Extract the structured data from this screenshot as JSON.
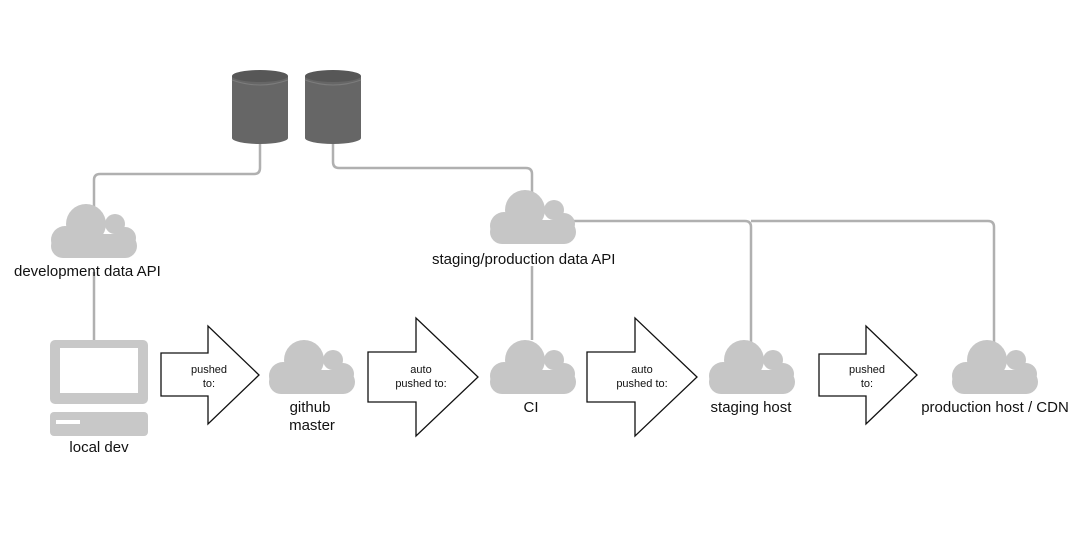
{
  "colors": {
    "cloud": "#c6c6c6",
    "connector": "#b0b0b0",
    "database": "#666666",
    "database_top": "#575757",
    "computer": "#c8c8c8",
    "arrow_stroke": "#111111"
  },
  "nodes": {
    "dev_api": {
      "label": "development data API"
    },
    "prod_api": {
      "label": "staging/production data API"
    },
    "local_dev": {
      "label": "local dev"
    },
    "github": {
      "label_line1": "github",
      "label_line2": "master"
    },
    "ci": {
      "label": "CI"
    },
    "staging": {
      "label": "staging host"
    },
    "production": {
      "label": "production host / CDN"
    }
  },
  "arrows": [
    {
      "line1": "pushed",
      "line2": "to:"
    },
    {
      "line1": "auto",
      "line2": "pushed to:"
    },
    {
      "line1": "auto",
      "line2": "pushed to:"
    },
    {
      "line1": "pushed",
      "line2": "to:"
    }
  ]
}
